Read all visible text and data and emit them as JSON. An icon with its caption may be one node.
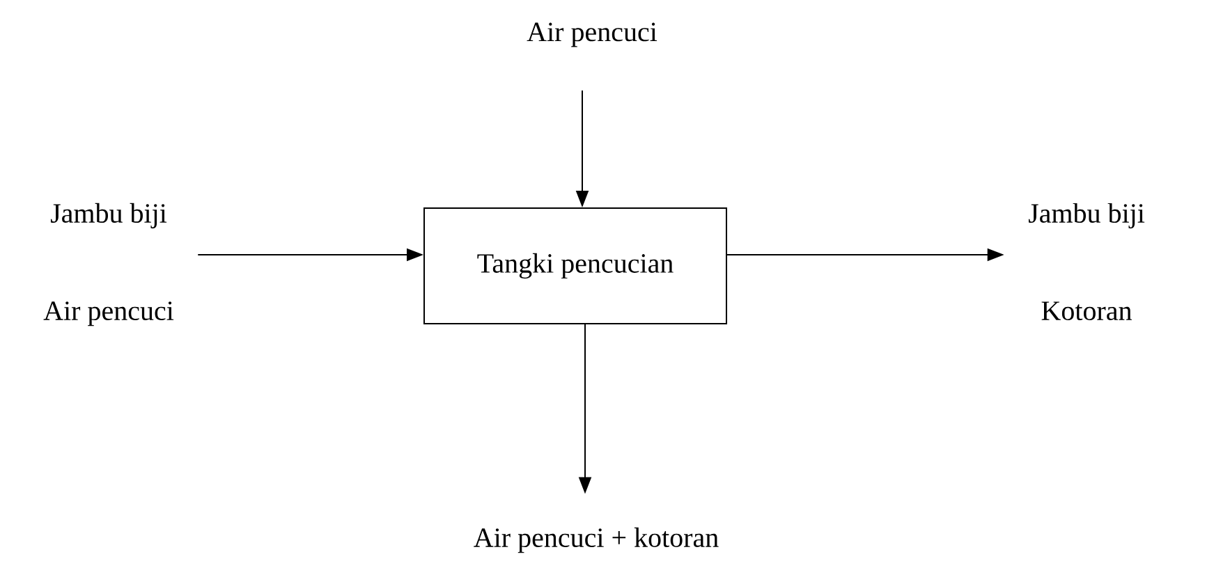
{
  "diagram": {
    "nodes": [
      {
        "text": [
          "Air pencuci"
        ]
      },
      {
        "text": [
          "Jambu biji",
          "Air pencuci"
        ]
      },
      {
        "text": [
          "Tangki pencucian"
        ]
      },
      {
        "text": [
          "Jambu biji",
          "Kotoran"
        ]
      },
      {
        "text": [
          "Air pencuci + kotoran"
        ]
      }
    ],
    "edges": [
      {
        "from": 0,
        "to": 2,
        "arrow": "to"
      },
      {
        "from": 1,
        "to": 2,
        "arrow": "to"
      },
      {
        "from": 2,
        "to": 3,
        "arrow": "to"
      },
      {
        "from": 2,
        "to": 4,
        "arrow": "to"
      }
    ]
  }
}
